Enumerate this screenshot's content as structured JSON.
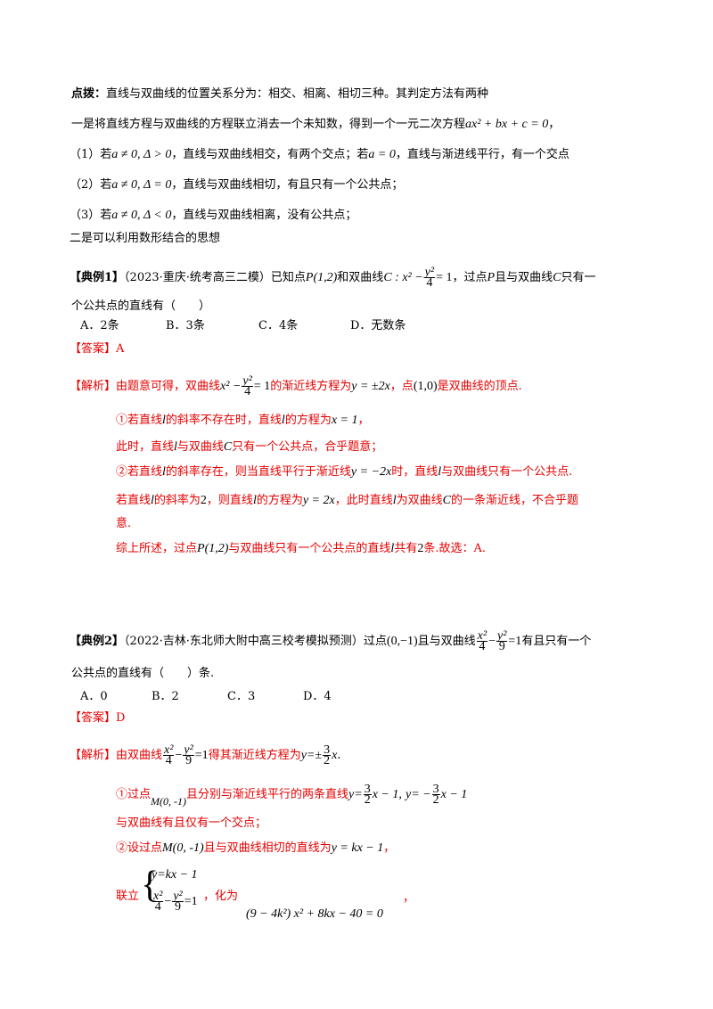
{
  "intro": {
    "heading": "点拨：",
    "p0": "直线与双曲线的位置关系分为：相交、相离、相切三种。其判定方法有两种",
    "p1": "一是将直线方程与双曲线的方程联立消去一个未知数，得到一个一元二次方程",
    "p1_eq": "ax² + bx + c = 0",
    "p1_end": "，",
    "c1_label": "（1）若",
    "c1_cond": "a ≠ 0, Δ > 0",
    "c1_text": "，直线与双曲线相交，有两个交点；若",
    "c1_cond2": "a = 0",
    "c1_text2": "，直线与渐进线平行，有一个交点",
    "c2_label": "（2）若",
    "c2_cond": "a ≠ 0, Δ = 0",
    "c2_text": "，直线与双曲线相切，有且只有一个公共点；",
    "c3_label": "（3）若",
    "c3_cond": "a ≠ 0, Δ < 0",
    "c3_text": "，直线与双曲线相离，没有公共点；",
    "p2": "二是可以利用数形结合的思想"
  },
  "ex1": {
    "tag": "【典例1】",
    "source": "（2023·重庆·统考高三二模）已知点",
    "point": "P(1,2)",
    "t1": "和双曲线",
    "curve_lhs": "C : x² −",
    "frac_num": "y²",
    "frac_den": "4",
    "curve_rhs": "= 1",
    "t2": "，过点",
    "p": "P",
    "t3": "且与双曲线",
    "c": "C",
    "t4": "只有一",
    "line2": "个公共点的直线有（　　）",
    "options": [
      "A．2条",
      "B．3条",
      "C．4条",
      "D．无数条"
    ],
    "answer": "【答案】A",
    "sol_tag": "【解析】",
    "s1a": "由题意可得，双曲线",
    "s1_x2": "x² −",
    "s1_num": "y²",
    "s1_den": "4",
    "s1_eq1": "= 1",
    "s1b": "的渐近线方程为",
    "s1_asym": "y = ±2x",
    "s1c": "，点",
    "s1_pt": "(1,0)",
    "s1d": "是双曲线的顶点.",
    "s2a": "①若直线",
    "s2_l": "l",
    "s2b": "的斜率不存在时，直线",
    "s2_l2": "l",
    "s2c": "的方程为",
    "s2_eq": "x = 1",
    "s2d": "，",
    "s3a": "此时，直线",
    "s3_l": "l",
    "s3b": "与双曲线",
    "s3_c": "C",
    "s3c": "只有一个公共点，合乎题意；",
    "s4a": "②若直线",
    "s4_l": "l",
    "s4b": "的斜率存在，则当直线平行于渐近线",
    "s4_eq": "y = −2x",
    "s4c": "时，直线",
    "s4_l2": "l",
    "s4d": "与双曲线只有一个公共点.",
    "s5a": "若直线",
    "s5_l": "l",
    "s5b": "的斜率为",
    "s5_k": "2",
    "s5c": "，则直线",
    "s5_l2": "l",
    "s5d": "的方程为",
    "s5_eq": "y = 2x",
    "s5e": "，此时直线",
    "s5_l3": "l",
    "s5f": "为双曲线",
    "s5_c": "C",
    "s5g": "的一条渐近线，不合乎题",
    "s6": "意.",
    "s7a": "综上所述，过点",
    "s7_pt": "P(1,2)",
    "s7b": "与双曲线只有一个公共点的直线",
    "s7_l": "l",
    "s7c": "共有",
    "s7_n": "2",
    "s7d": "条.故选：A."
  },
  "ex2": {
    "tag": "【典例2】",
    "source": "（2022·吉林·东北师大附中高三校考模拟预测）过点",
    "point": "(0,−1)",
    "t1": "且与双曲线",
    "f1_num": "x²",
    "f1_den": "4",
    "minus": "−",
    "f2_num": "y²",
    "f2_den": "9",
    "eq1": "=1",
    "t2": "有且只有一个",
    "line2": "公共点的直线有（　　）条.",
    "options": [
      "A．0",
      "B．2",
      "C．3",
      "D．4"
    ],
    "answer": "【答案】D",
    "sol_tag": "【解析】",
    "s1a": "由双曲线",
    "s1_f1n": "x²",
    "s1_f1d": "4",
    "s1_minus": "−",
    "s1_f2n": "y²",
    "s1_f2d": "9",
    "s1_eq": "=1",
    "s1b": "得其渐近线方程为",
    "s1_y": "y=±",
    "s1_kn": "3",
    "s1_kd": "2",
    "s1_x": "x",
    "s1c": ".",
    "s2a": "①过点",
    "s2_pt": "M(0,  -1)",
    "s2b": "且分别与渐近线平行的两条直线",
    "s2_y1": "y=",
    "s2_n1": "3",
    "s2_d1": "2",
    "s2_r1": "x − 1,",
    "s2_y2": "y= −",
    "s2_n2": "3",
    "s2_d2": "2",
    "s2_r2": "x − 1",
    "s3": "与双曲线有且仅有一个交点；",
    "s4a": "②设过点",
    "s4_pt": "M(0,  -1)",
    "s4b": "且与双曲线相切的直线为",
    "s4_eq": "y = kx − 1",
    "s4c": "，",
    "s5a": "联立",
    "s5_r1": "y=kx − 1",
    "s5_f1n": "x²",
    "s5_f1d": "4",
    "s5_minus": "−",
    "s5_f2n": "y²",
    "s5_f2d": "9",
    "s5_r2": "=1",
    "s5b": "，化为",
    "s5_eq": "(9 − 4k²) x² + 8kx − 40 = 0",
    "s5c": "，"
  }
}
